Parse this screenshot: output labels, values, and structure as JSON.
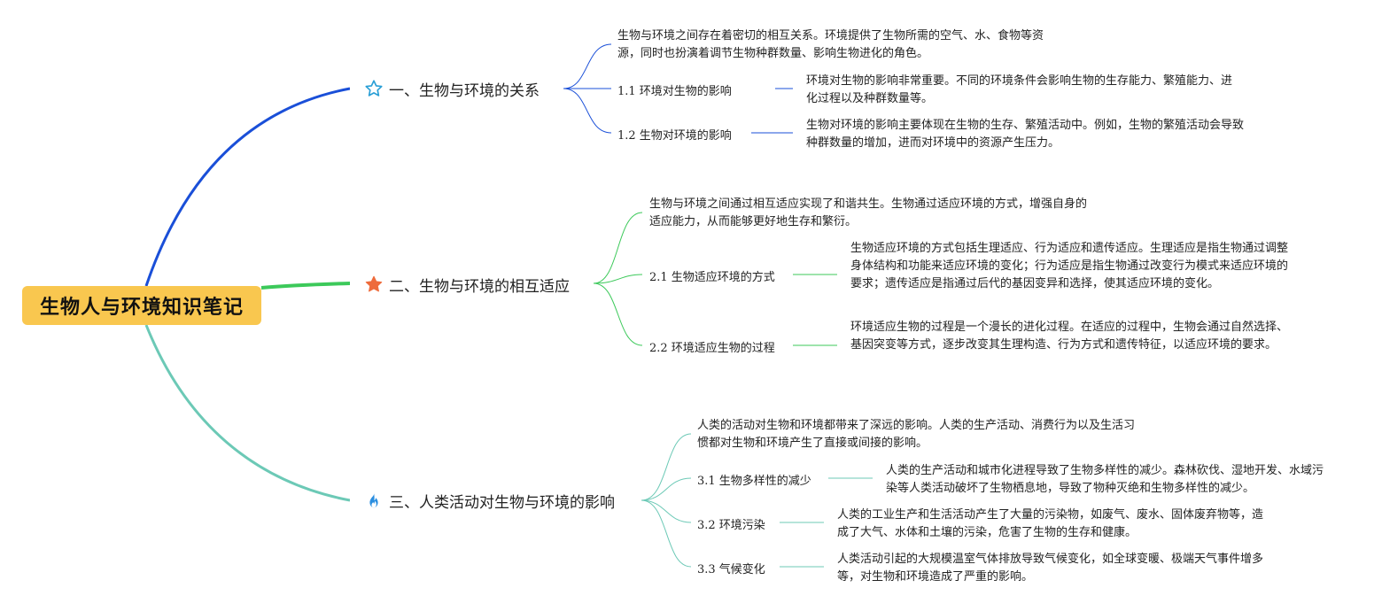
{
  "root": {
    "title": "生物人与环境知识笔记",
    "color": "#f9c74f"
  },
  "branches": [
    {
      "title": "一、生物与环境的关系",
      "icon": "star-outline-icon",
      "color": "#1a4fd8",
      "intro": "生物与环境之间存在着密切的相互关系。环境提供了生物所需的空气、水、食物等资源，同时也扮演着调节生物种群数量、影响生物进化的角色。",
      "items": [
        {
          "label": "1.1 环境对生物的影响",
          "text": "环境对生物的影响非常重要。不同的环境条件会影响生物的生存能力、繁殖能力、进化过程以及种群数量等。"
        },
        {
          "label": "1.2 生物对环境的影响",
          "text": "生物对环境的影响主要体现在生物的生存、繁殖活动中。例如，生物的繁殖活动会导致种群数量的增加，进而对环境中的资源产生压力。"
        }
      ]
    },
    {
      "title": "二、生物与环境的相互适应",
      "icon": "star-filled-icon",
      "color": "#3cc95a",
      "intro": "生物与环境之间通过相互适应实现了和谐共生。生物通过适应环境的方式，增强自身的适应能力，从而能够更好地生存和繁衍。",
      "items": [
        {
          "label": "2.1 生物适应环境的方式",
          "text": "生物适应环境的方式包括生理适应、行为适应和遗传适应。生理适应是指生物通过调整身体结构和功能来适应环境的变化；行为适应是指生物通过改变行为模式来适应环境的要求；遗传适应是指通过后代的基因变异和选择，使其适应环境的变化。"
        },
        {
          "label": "2.2 环境适应生物的过程",
          "text": "环境适应生物的过程是一个漫长的进化过程。在适应的过程中，生物会通过自然选择、基因突变等方式，逐步改变其生理构造、行为方式和遗传特征，以适应环境的要求。"
        }
      ]
    },
    {
      "title": "三、人类活动对生物与环境的影响",
      "icon": "fire-icon",
      "color": "#6cc9b6",
      "intro": "人类的活动对生物和环境都带来了深远的影响。人类的生产活动、消费行为以及生活习惯都对生物和环境产生了直接或间接的影响。",
      "items": [
        {
          "label": "3.1 生物多样性的减少",
          "text": "人类的生产活动和城市化进程导致了生物多样性的减少。森林砍伐、湿地开发、水域污染等人类活动破坏了生物栖息地，导致了物种灭绝和生物多样性的减少。"
        },
        {
          "label": "3.2 环境污染",
          "text": "人类的工业生产和生活活动产生了大量的污染物，如废气、废水、固体废弃物等，造成了大气、水体和土壤的污染，危害了生物的生存和健康。"
        },
        {
          "label": "3.3 气候变化",
          "text": "人类活动引起的大规模温室气体排放导致气候变化，如全球变暖、极端天气事件增多等，对生物和环境造成了严重的影响。"
        }
      ]
    }
  ]
}
